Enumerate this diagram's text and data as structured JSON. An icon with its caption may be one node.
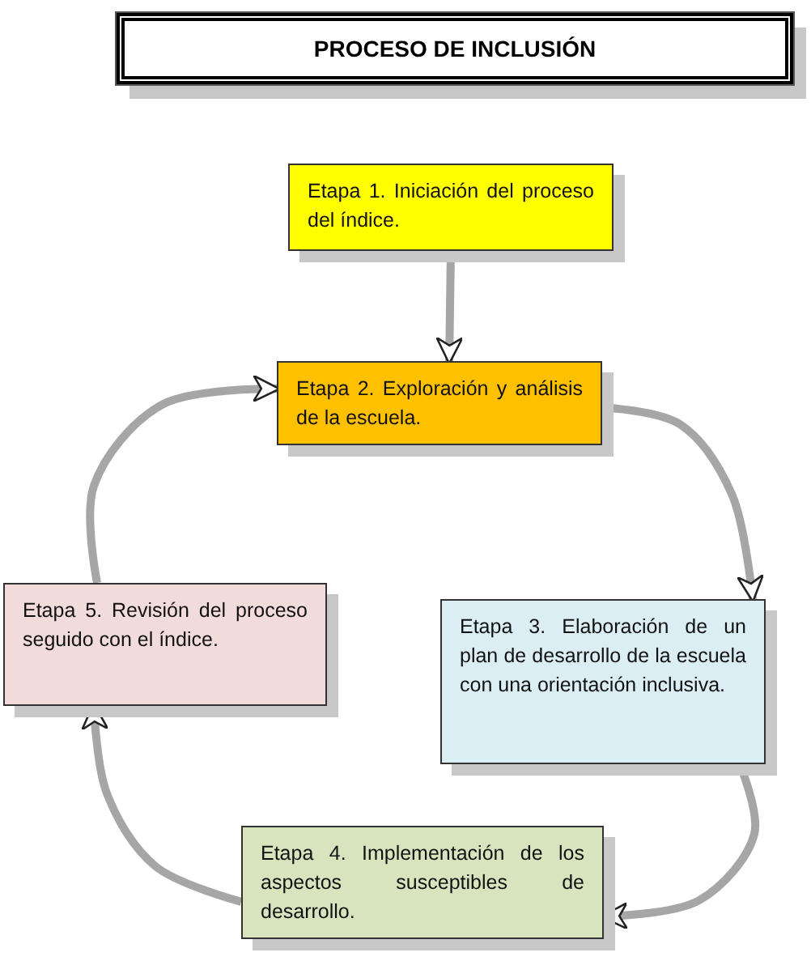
{
  "diagram": {
    "title": "PROCESO DE INCLUSIÓN",
    "nodes": [
      {
        "text": [
          "Etapa 1. Iniciación del proceso del índice."
        ]
      },
      {
        "text": [
          "Etapa 2. Exploración y análisis de la escuela."
        ]
      },
      {
        "text": [
          "Etapa 3. Elaboración de un plan de desarrollo de la escuela con una orientación inclusiva."
        ]
      },
      {
        "text": [
          "Etapa 4. Implementación de los aspectos susceptibles de desarrollo."
        ]
      },
      {
        "text": [
          "Etapa 5. Revisión del proceso seguido con el índice."
        ]
      }
    ],
    "edges": [
      {
        "from": 0,
        "to": 1,
        "arrow": "to"
      },
      {
        "from": 1,
        "to": 2,
        "arrow": "to"
      },
      {
        "from": 2,
        "to": 3,
        "arrow": "to"
      },
      {
        "from": 3,
        "to": 4,
        "arrow": "to"
      },
      {
        "from": 4,
        "to": 1,
        "arrow": "to"
      }
    ]
  }
}
